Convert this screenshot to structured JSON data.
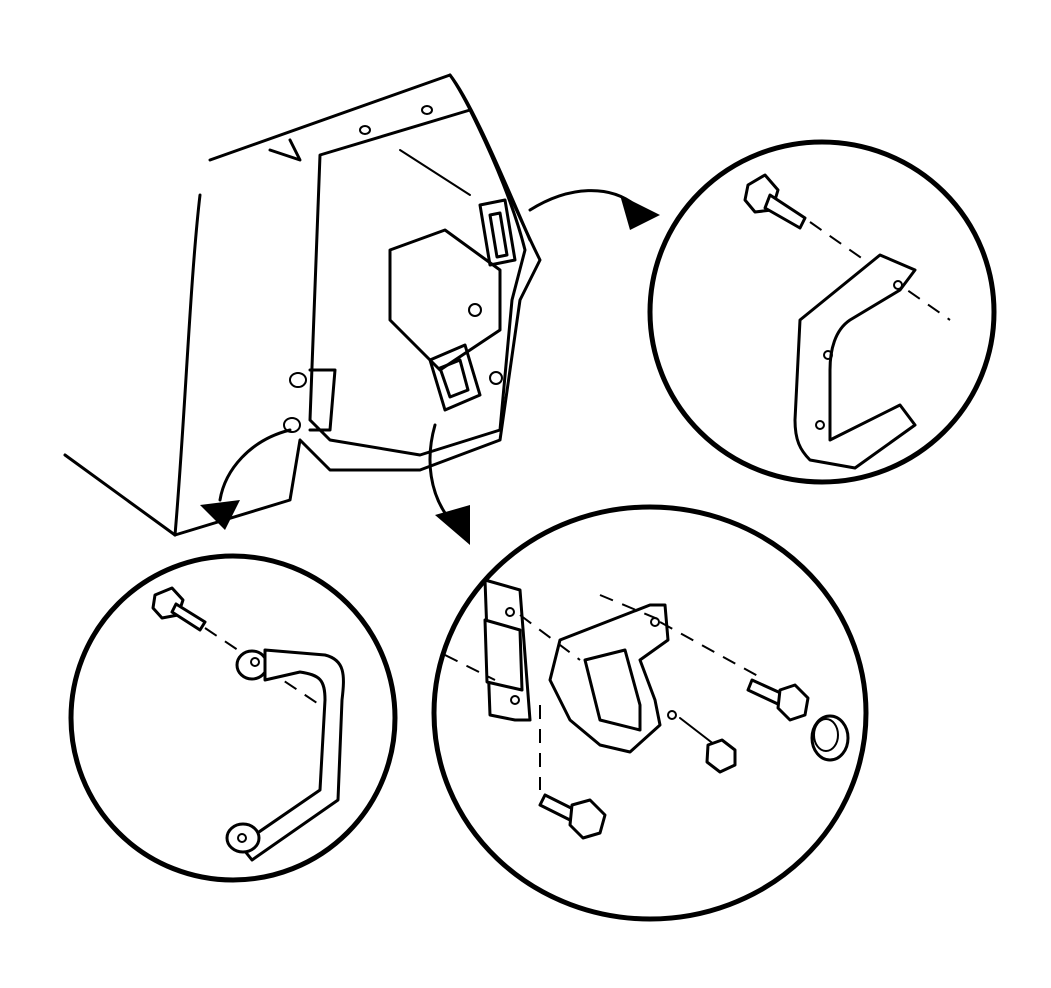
{
  "figure": {
    "kind": "exploded-view line drawing",
    "colors": {
      "ink": "#000000",
      "paper": "#ffffff"
    },
    "parts": [
      "body-panel",
      "detail-upper-right-handle",
      "detail-lower-left-grab-bar",
      "detail-lower-center-bracket"
    ]
  }
}
